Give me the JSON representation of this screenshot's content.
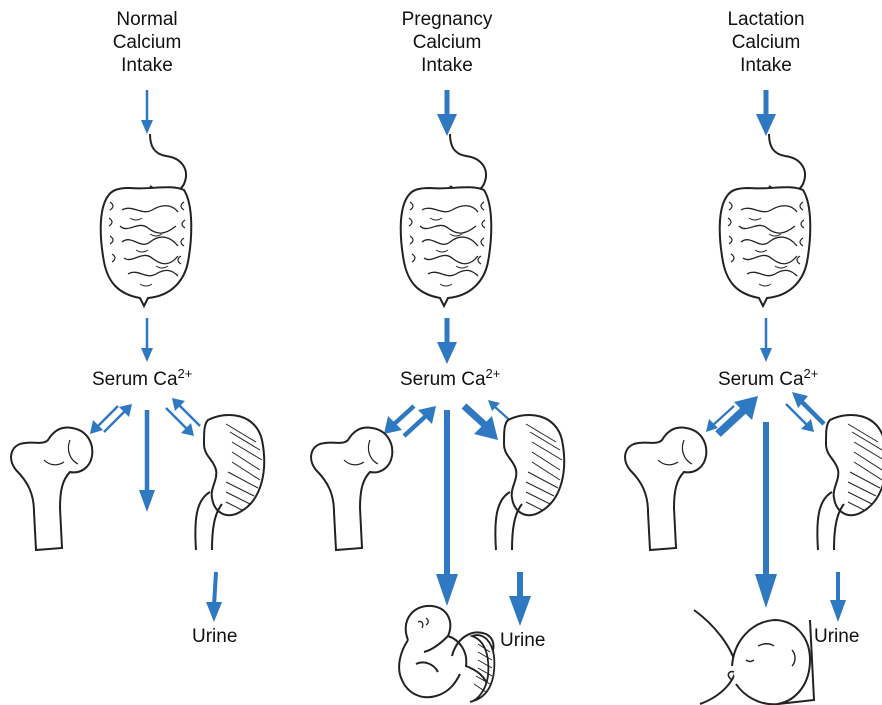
{
  "panels": [
    {
      "intake": [
        "Normal",
        "Calcium",
        "Intake"
      ],
      "serum_text": "Serum Ca",
      "serum_charge": "2+",
      "urine": "Urine"
    },
    {
      "intake": [
        "Pregnancy",
        "Calcium",
        "Intake"
      ],
      "serum_text": "Serum Ca",
      "serum_charge": "2+",
      "urine": "Urine"
    },
    {
      "intake": [
        "Lactation",
        "Calcium",
        "Intake"
      ],
      "serum_text": "Serum Ca",
      "serum_charge": "2+",
      "urine": "Urine"
    }
  ],
  "colors": {
    "arrow": "#2f78c2",
    "outline": "#222222"
  },
  "icons": [
    "digestive-tract-icon",
    "femur-bone-icon",
    "kidney-icon",
    "fetus-icon",
    "breastfeeding-infant-icon"
  ]
}
